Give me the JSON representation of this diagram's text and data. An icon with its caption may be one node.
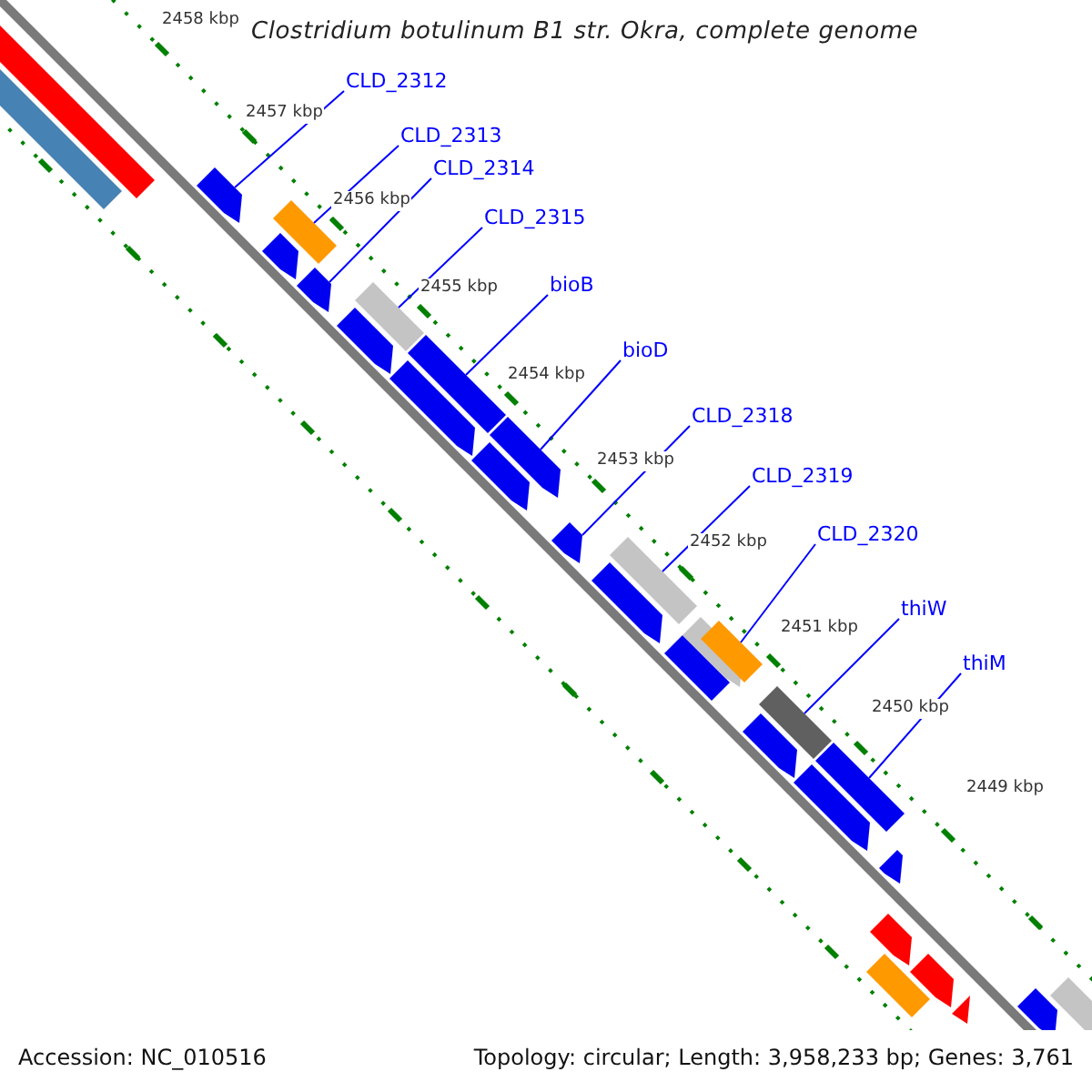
{
  "diagram": {
    "title": "Clostridium botulinum B1 str. Okra, complete genome",
    "nodes": [
      {
        "text": [
          "CLD_2312"
        ]
      },
      {
        "text": [
          "CLD_2313"
        ]
      },
      {
        "text": [
          "CLD_2314"
        ]
      },
      {
        "text": [
          "CLD_2315"
        ]
      },
      {
        "text": [
          "bioB"
        ]
      },
      {
        "text": [
          "bioD"
        ]
      },
      {
        "text": [
          "CLD_2318"
        ]
      },
      {
        "text": [
          "CLD_2319"
        ]
      },
      {
        "text": [
          "CLD_2320"
        ]
      },
      {
        "text": [
          "thiW"
        ]
      },
      {
        "text": [
          "thiM"
        ]
      },
      {
        "text": [],
        "shape": "bar"
      },
      {
        "text": [],
        "shape": "bar"
      },
      {
        "text": [],
        "shape": "pentagon"
      },
      {
        "text": [],
        "shape": "bar"
      },
      {
        "text": [],
        "shape": "pentagon"
      },
      {
        "text": [],
        "shape": "pentagon"
      },
      {
        "text": [],
        "shape": "bar"
      },
      {
        "text": [],
        "shape": "pentagon"
      },
      {
        "text": [],
        "shape": "bar"
      },
      {
        "text": [],
        "shape": "pentagon"
      },
      {
        "text": [],
        "shape": "pentagon"
      },
      {
        "text": [],
        "shape": "pentagon"
      },
      {
        "text": [],
        "shape": "pentagon"
      },
      {
        "text": [],
        "shape": "bar"
      },
      {
        "text": [],
        "shape": "pentagon"
      },
      {
        "text": [],
        "shape": "bar"
      },
      {
        "text": [],
        "shape": "pentagon"
      },
      {
        "text": [],
        "shape": "bar"
      },
      {
        "text": [],
        "shape": "bar"
      },
      {
        "text": [],
        "shape": "pentagon"
      },
      {
        "text": [],
        "shape": "bar"
      },
      {
        "text": [],
        "shape": "pentagon"
      },
      {
        "text": [],
        "shape": "pentagon"
      },
      {
        "text": [],
        "shape": "pentagon"
      },
      {
        "text": [],
        "shape": "bar"
      },
      {
        "text": [],
        "shape": "pentagon"
      },
      {
        "text": [],
        "shape": "pentagon"
      },
      {
        "text": [],
        "shape": "pentagon"
      },
      {
        "text": [],
        "shape": "bar"
      }
    ],
    "edges": [
      {
        "from": 0,
        "to": 13,
        "arrow": "none"
      },
      {
        "from": 1,
        "to": 14,
        "arrow": "none"
      },
      {
        "from": 2,
        "to": 16,
        "arrow": "none"
      },
      {
        "from": 3,
        "to": 17,
        "arrow": "none"
      },
      {
        "from": 4,
        "to": 19,
        "arrow": "none"
      },
      {
        "from": 5,
        "to": 21,
        "arrow": "none"
      },
      {
        "from": 6,
        "to": 23,
        "arrow": "none"
      },
      {
        "from": 7,
        "to": 24,
        "arrow": "none"
      },
      {
        "from": 8,
        "to": 28,
        "arrow": "none"
      },
      {
        "from": 9,
        "to": 29,
        "arrow": "none"
      },
      {
        "from": 10,
        "to": 31,
        "arrow": "none"
      }
    ],
    "labels": [
      "2458 kbp",
      "2457 kbp",
      "2456 kbp",
      "2455 kbp",
      "2454 kbp",
      "2453 kbp",
      "2452 kbp",
      "2451 kbp",
      "2450 kbp",
      "2449 kbp",
      "Accession: NC_010516",
      "Topology: circular; Length: 3,958,233 bp; Genes: 3,761"
    ]
  }
}
